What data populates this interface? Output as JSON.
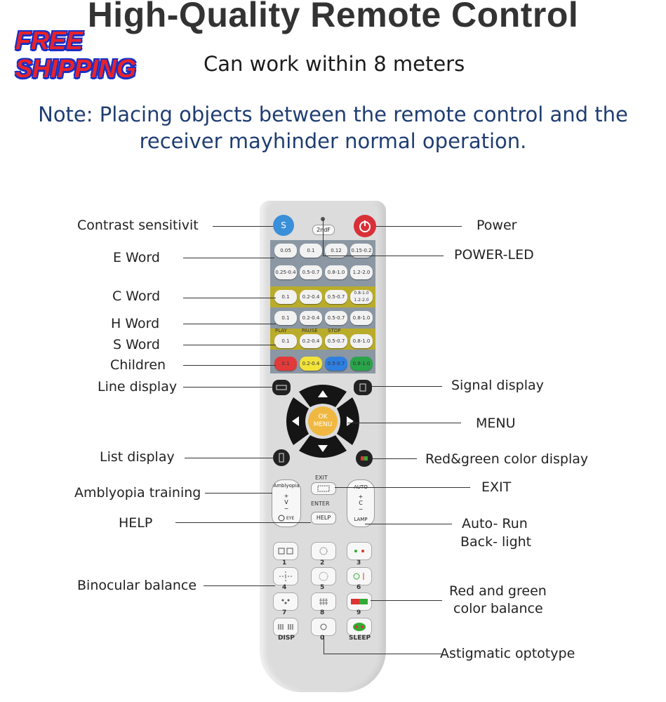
{
  "header": {
    "title": "High-Quality Remote Control",
    "badge_line1": "FREE",
    "badge_line2": "SHIPPING",
    "subtitle": "Can work within 8 meters",
    "note": "Note: Placing objects between the remote control and the receiver mayhinder normal operation."
  },
  "labels_left": {
    "contrast": "Contrast sensitivit",
    "e_word": "E Word",
    "c_word": "C Word",
    "h_word": "H Word",
    "s_word": "S Word",
    "children": "Children",
    "line_display": "Line display",
    "list_display": "List display",
    "amblyopia": "Amblyopia training",
    "help": "HELP",
    "binocular": "Binocular balance"
  },
  "labels_right": {
    "power": "Power",
    "power_led": "POWER-LED",
    "signal_display": "Signal display",
    "menu": "MENU",
    "redgreen_display": "Red&green color display",
    "exit": "EXIT",
    "auto_run": "Auto- Run",
    "back_light": "Back- light",
    "redgreen_balance1": "Red and green",
    "redgreen_balance2": "color balance",
    "astigmatic": "Astigmatic optotype"
  },
  "remote": {
    "s_button": "S",
    "two_ndf": "2ndF",
    "e_row1": [
      "0.05",
      "0.1",
      "0.12",
      "0.15-0.2"
    ],
    "e_row2": [
      "0.25-0.4",
      "0.5-0.7",
      "0.8-1.0",
      "1.2-2.0"
    ],
    "c_row": [
      "0.1",
      "0.2-0.4",
      "0.5-0.7",
      "0.8-1.0 1.2-2.0"
    ],
    "h_row": [
      "0.1",
      "0.2-0.4",
      "0.5-0.7",
      "0.8-1.0"
    ],
    "s_row": [
      "0.1",
      "0.2-0.4",
      "0.5-0.7",
      "0.8-1.0"
    ],
    "s_row_captions": [
      "PLAY",
      "PAUSE",
      "STOP",
      ""
    ],
    "child_row": [
      "0.1",
      "0.2-0.4",
      "0.5-0.7",
      "0.8-1.0"
    ],
    "ok_line1": "OK",
    "ok_line2": "MENU",
    "exit_caption": "EXIT",
    "enter_caption": "ENTER",
    "help_button": "HELP",
    "amblyopia_title": "Amblyopia",
    "amblyopia_plus": "+",
    "amblyopia_v": "V",
    "amblyopia_minus": "−",
    "amblyopia_eye": "EYE",
    "auto_title": "AUTO",
    "auto_plus": "+",
    "auto_c": "C",
    "auto_minus": "−",
    "lamp": "LAMP",
    "numbers": [
      "1",
      "2",
      "3",
      "4",
      "5",
      "6",
      "7",
      "8",
      "9",
      "0"
    ],
    "disp": "DISP",
    "sleep": "SLEEP",
    "colors": {
      "s_blue": "#3a8fd9",
      "power_red": "#d93038",
      "ok_yellow": "#f0b840",
      "olive": "#b9ac2a",
      "child_red": "#e23a3a",
      "child_yellow": "#f2e33a",
      "child_blue": "#2f7fe0",
      "child_green": "#2aa44a"
    }
  }
}
